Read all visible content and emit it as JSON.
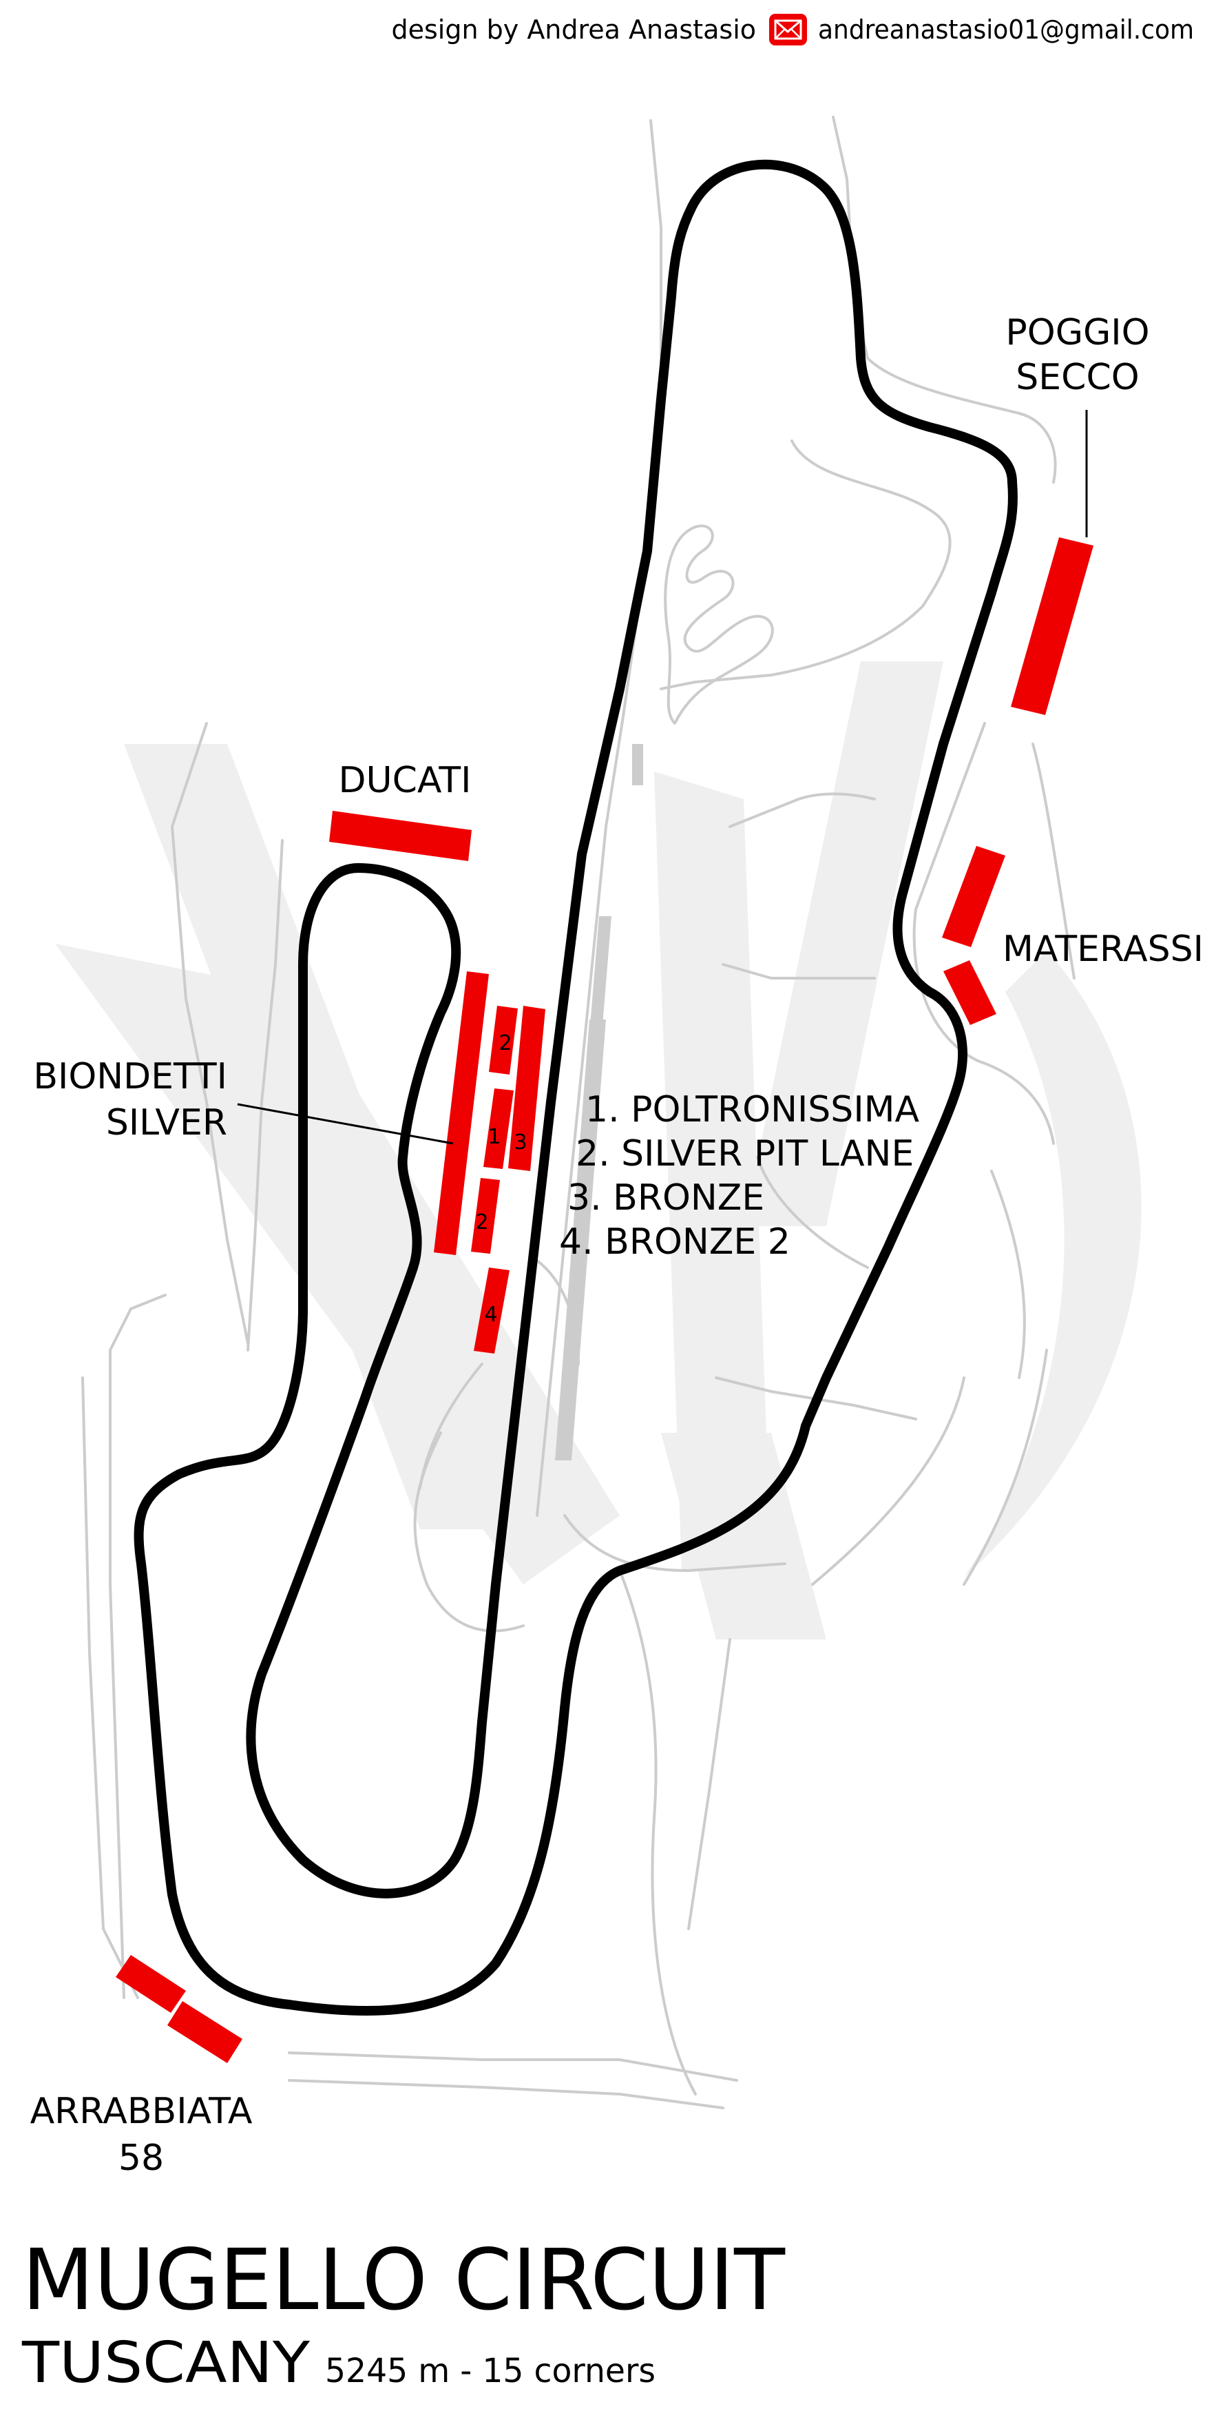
{
  "credit": {
    "text": "design by Andrea Anastasio",
    "email": "andreanastasio01@gmail.com",
    "icon": "mail-icon"
  },
  "title": {
    "main": "MUGELLO CIRCUIT",
    "region": "TUSCANY",
    "stats": "5245 m - 15 corners"
  },
  "stands": {
    "poggio": [
      "POGGIO",
      "SECCO"
    ],
    "ducati": "DUCATI",
    "materassi": "MATERASSI",
    "biondetti": [
      "BIONDETTI",
      "SILVER"
    ],
    "arrabbiata": [
      "ARRABBIATA",
      "58"
    ]
  },
  "grandstand_numbers": [
    "2",
    "1",
    "3",
    "2",
    "4"
  ],
  "legend": [
    "1. POLTRONISSIMA",
    "2. SILVER PIT LANE",
    "3. BRONZE",
    "4. BRONZE 2"
  ],
  "colors": {
    "track": "#000000",
    "stand": "#ee0000",
    "road": "#cccccc",
    "watermark": "#efefef"
  }
}
